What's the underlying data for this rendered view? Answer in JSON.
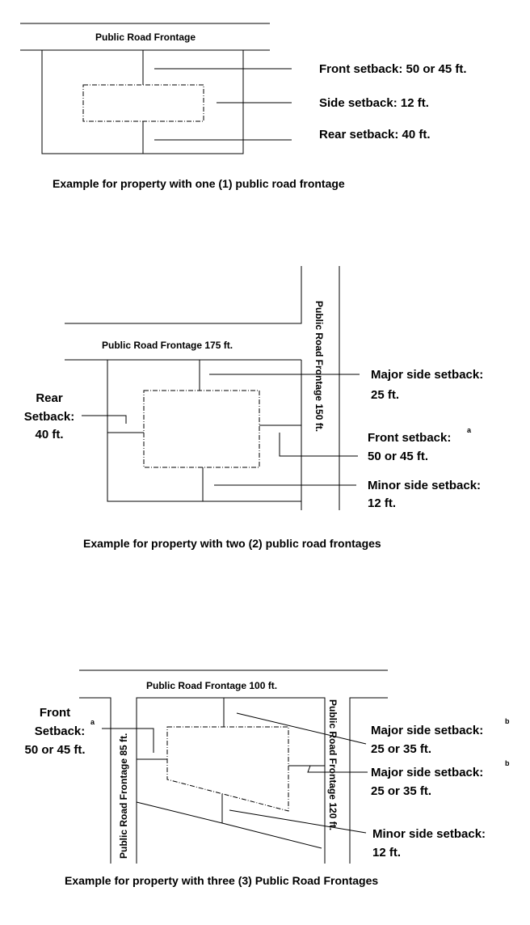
{
  "diagram1": {
    "road_label": "Public Road Frontage",
    "front": "Front setback:  50 or 45 ft.",
    "side": "Side setback:  12 ft.",
    "rear": "Rear setback:  40 ft.",
    "caption": "Example for property with one (1) public road frontage"
  },
  "diagram2": {
    "road_top": "Public Road Frontage  175 ft.",
    "road_right": "Public Road Frontage  150 ft.",
    "major_1": "Major side setback:",
    "major_2": "25 ft.",
    "rear_1": "Rear",
    "rear_2": "Setback:",
    "rear_3": "40 ft.",
    "front_1": "Front setback:",
    "front_sup": "a",
    "front_2": "50 or 45 ft.",
    "minor_1": "Minor side setback:",
    "minor_2": "12 ft.",
    "caption": "Example for property with two (2) public road frontages"
  },
  "diagram3": {
    "road_top": "Public Road Frontage  100 ft.",
    "road_left": "Public Road Frontage  85 ft.",
    "road_right": "Public Road  Frontage 120 ft.",
    "front_1": "Front",
    "front_2": "Setback:",
    "front_sup": "a",
    "front_3": "50 or 45 ft.",
    "major_a_1": "Major side setback:",
    "major_a_sup": "b",
    "major_a_2": "25 or 35 ft.",
    "major_b_1": "Major side setback:",
    "major_b_sup": "b",
    "major_b_2": "25 or 35 ft.",
    "minor_1": "Minor side setback:",
    "minor_2": "12 ft.",
    "caption": "Example for property with three (3) Public Road Frontages"
  }
}
